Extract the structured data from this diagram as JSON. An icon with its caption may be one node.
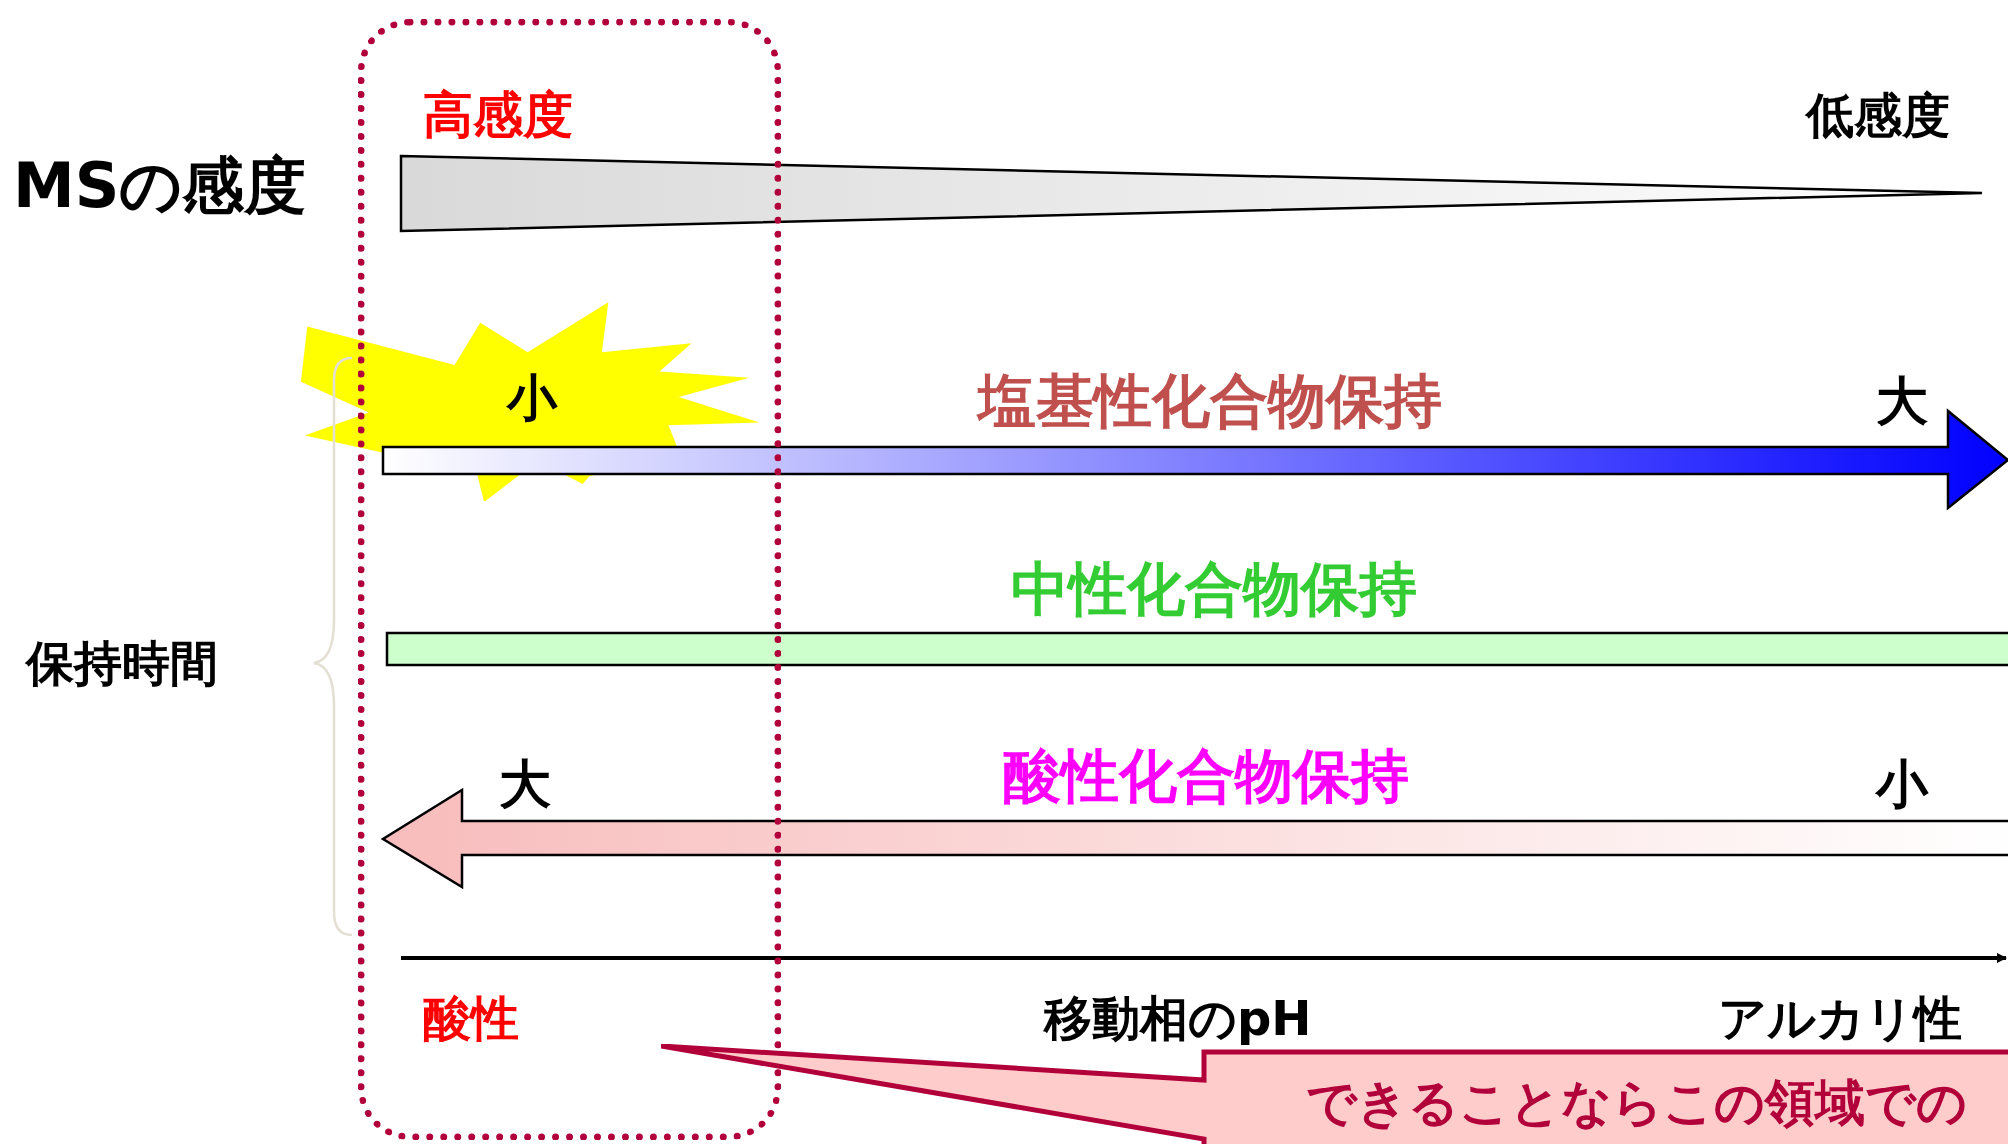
{
  "diagram": {
    "nodes": [
      {
        "text": [],
        "shape": "box"
      },
      {
        "text": [],
        "shape": "triangle"
      },
      {
        "text": [
          "小"
        ]
      },
      {
        "text": [],
        "shape": "arrow"
      },
      {
        "text": [],
        "shape": "bar"
      },
      {
        "text": [],
        "shape": "arrow"
      },
      {
        "text": [
          "できることならこの領域での"
        ]
      }
    ],
    "labels": [
      "高感度",
      "低感度",
      "MSの感度",
      "塩基性化合物保持",
      "大",
      "中性化合物保持",
      "保持時間",
      "大",
      "酸性化合物保持",
      "小",
      "酸性",
      "移動相のpH",
      "アルカリ性"
    ]
  }
}
